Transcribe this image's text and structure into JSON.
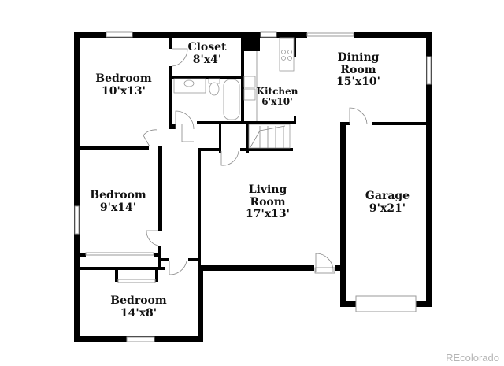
{
  "floor_plan": {
    "rooms": [
      {
        "id": "bedroom_1",
        "name": "Bedroom",
        "dimensions": "10'x13'"
      },
      {
        "id": "closet",
        "name": "Closet",
        "dimensions": "8'x4'"
      },
      {
        "id": "kitchen",
        "name": "Kitchen",
        "dimensions": "6'x10'"
      },
      {
        "id": "dining_room",
        "name": "Dining Room",
        "name_line1": "Dining",
        "name_line2": "Room",
        "dimensions": "15'x10'"
      },
      {
        "id": "bedroom_2",
        "name": "Bedroom",
        "dimensions": "9'x14'"
      },
      {
        "id": "living_room",
        "name": "Living Room",
        "name_line1": "Living",
        "name_line2": "Room",
        "dimensions": "17'x13'"
      },
      {
        "id": "garage",
        "name": "Garage",
        "dimensions": "9'x21'"
      },
      {
        "id": "bedroom_3",
        "name": "Bedroom",
        "dimensions": "14'x8'"
      }
    ],
    "unlabeled_areas": [
      "bathroom",
      "hallway",
      "stairs",
      "linen closet",
      "bedroom closets"
    ],
    "colors": {
      "walls": "#000000",
      "background": "#ffffff",
      "windows": "#9a9a9a",
      "watermark": "#b5b5b5"
    }
  },
  "watermark": "REcolorado"
}
